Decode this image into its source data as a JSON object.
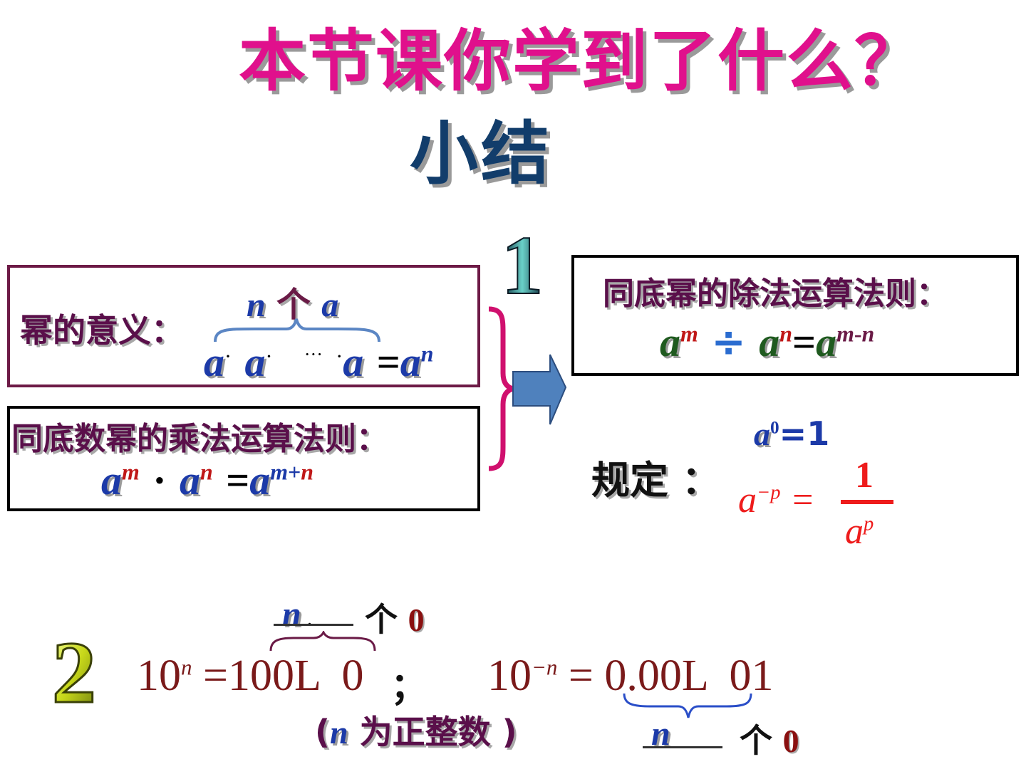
{
  "title": "本节课你学到了什么？",
  "subtitle": "小结",
  "section1": {
    "number": "1",
    "power_meaning": {
      "label": "幂的意义：",
      "n": "n",
      "ge": "个",
      "a": "a",
      "product_a": "a",
      "dot": "·",
      "ellipsis": "···",
      "equals": "=",
      "result_base": "a",
      "result_exp": "n"
    },
    "multiplication": {
      "label": "同底数幂的乘法运算法则：",
      "base": "a",
      "exp_m": "m",
      "dot": "·",
      "exp_n": "n",
      "equals": "=",
      "exp_sum_m": "m",
      "plus": "+",
      "exp_sum_n": "n"
    },
    "division": {
      "label": "同底幂的除法运算法则：",
      "base": "a",
      "exp_m": "m",
      "divide": "÷",
      "exp_n": "n",
      "equals": "=",
      "exp_diff_m": "m",
      "minus": "-",
      "exp_diff_n": "n"
    },
    "convention": {
      "label": "规定 ：",
      "zero_base": "a",
      "zero_exp": "0",
      "zero_equals": "=",
      "zero_value": "1",
      "neg_base": "a",
      "neg_exp": "−p",
      "neg_equals": "=",
      "numerator": "1",
      "denom_base": "a",
      "denom_exp": "p"
    },
    "colors": {
      "box1_border": "#6d1a46",
      "brace": "#d0106e",
      "arrow": "#4f81bd",
      "title": "#e0108c",
      "subtitle": "#123d6b"
    }
  },
  "section2": {
    "number": "2",
    "pos_lhs_base": "10",
    "pos_lhs_exp": "n",
    "pos_equals": "=",
    "pos_rhs": "100L  0",
    "semicolon": "；",
    "neg_lhs_base": "10",
    "neg_lhs_exp": "−n",
    "neg_equals": "=",
    "neg_rhs": "0.00L  01",
    "top_n": "n",
    "top_dot": ".",
    "top_ge": "个",
    "top_zero": "0",
    "bottom_n": "n",
    "bottom_ge": "个",
    "bottom_zero": "0",
    "note_open": "(",
    "note_n": "n",
    "note_text": "为正整数",
    "note_close": ")"
  }
}
